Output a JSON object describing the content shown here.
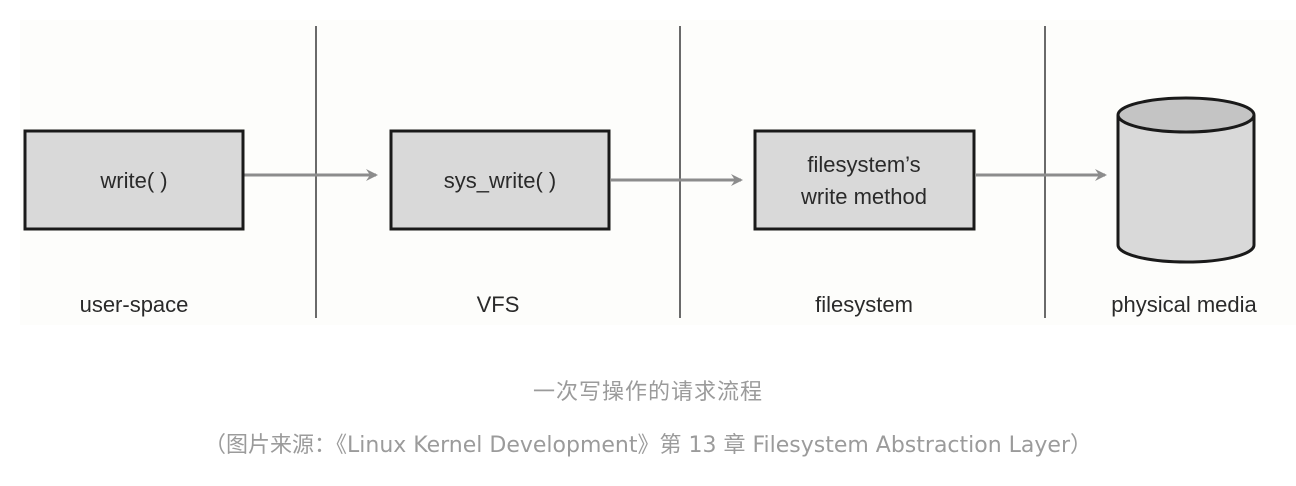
{
  "diagram": {
    "title": "Write request flow across layers",
    "columns": [
      {
        "label": "user-space"
      },
      {
        "label": "VFS"
      },
      {
        "label": "filesystem"
      },
      {
        "label": "physical media"
      }
    ],
    "nodes": [
      {
        "id": "write",
        "shape": "box",
        "lines": [
          "write( )"
        ]
      },
      {
        "id": "sys_write",
        "shape": "box",
        "lines": [
          "sys_write( )"
        ]
      },
      {
        "id": "fs_write",
        "shape": "box",
        "lines": [
          "filesystem’s",
          "write method"
        ]
      },
      {
        "id": "media",
        "shape": "cylinder",
        "lines": []
      }
    ],
    "edges": [
      {
        "from": "write",
        "to": "sys_write"
      },
      {
        "from": "sys_write",
        "to": "fs_write"
      },
      {
        "from": "fs_write",
        "to": "media"
      }
    ],
    "colors": {
      "box_fill": "#d9d9d9",
      "box_stroke": "#1a1a1a",
      "arrow": "#8c8c8c",
      "divider": "#3a3a3a",
      "cylinder_top": "#c4c4c4",
      "caption": "#9b9b9b"
    }
  },
  "caption": {
    "title": "一次写操作的请求流程",
    "source": "（图片来源：《Linux Kernel Development》第 13 章 Filesystem Abstraction Layer）"
  }
}
